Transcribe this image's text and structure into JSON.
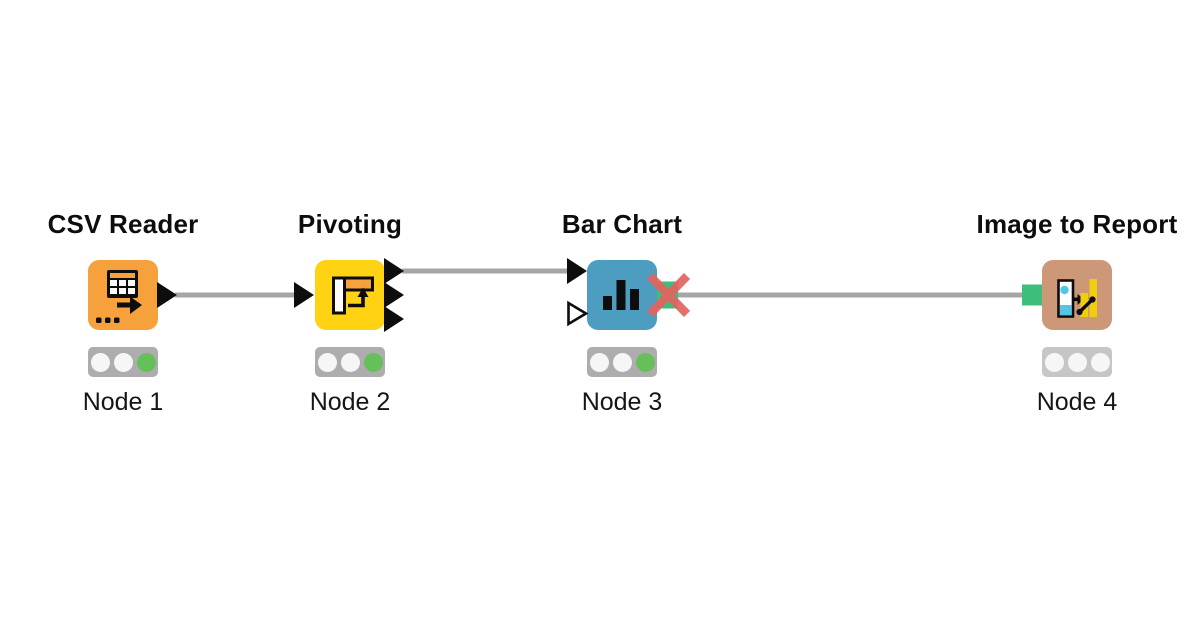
{
  "app": "KNIME workflow editor canvas",
  "workflow": {
    "nodes": [
      {
        "name": "CSV Reader",
        "label": "Node 1",
        "category": "source",
        "color": "#F7A13C",
        "icon": "csv-table-with-arrow",
        "status": [
          "off",
          "off",
          "green"
        ],
        "ports": {
          "in": [],
          "out": [
            "data-triangle"
          ]
        }
      },
      {
        "name": "Pivoting",
        "label": "Node 2",
        "category": "manipulator",
        "color": "#FFD214",
        "icon": "pivot-table-arrow",
        "status": [
          "off",
          "off",
          "green"
        ],
        "ports": {
          "in": [
            "data-triangle"
          ],
          "out": [
            "data-triangle",
            "data-triangle",
            "data-triangle"
          ]
        }
      },
      {
        "name": "Bar Chart",
        "label": "Node 3",
        "category": "visualizer",
        "color": "#4D9DC0",
        "icon": "bar-chart",
        "status": [
          "off",
          "off",
          "green"
        ],
        "ports": {
          "in": [
            "data-triangle",
            "data-triangle-optional"
          ],
          "out": [
            "image-square"
          ]
        }
      },
      {
        "name": "Image to Report",
        "label": "Node 4",
        "category": "report",
        "color": "#CC9877",
        "icon": "image-to-report",
        "status": [
          "off",
          "off",
          "off"
        ],
        "ports": {
          "in": [
            "image-square"
          ],
          "out": []
        }
      }
    ],
    "connections": [
      {
        "from": "Node 1",
        "from_port": "out 1",
        "to": "Node 2",
        "to_port": "in 1",
        "state": "ok"
      },
      {
        "from": "Node 2",
        "from_port": "out 1",
        "to": "Node 3",
        "to_port": "in 1",
        "state": "ok"
      },
      {
        "from": "Node 3",
        "from_port": "out 1 (image)",
        "to": "Node 4",
        "to_port": "in 1 (image)",
        "state": "error-red-x"
      }
    ],
    "colors": {
      "background": "#FFFFFF",
      "port_data_black": "#0D0D0D",
      "port_image_green": "#3DBE7A",
      "connection_gray": "#A6A6A6",
      "traffic_bg": "#ADADAD",
      "traffic_bg_idle": "#C6C6C6",
      "traffic_off": "#F6F6F6",
      "traffic_green": "#66C05A",
      "error_x_red": "#E3635E",
      "icon_orange": "#F7A13C",
      "icon_yellow": "#F2CD0C",
      "icon_cyan": "#53C6E6",
      "node_orange": "#F7A13C",
      "node_yellow": "#FFD214",
      "node_blue": "#4D9DC0",
      "node_tan": "#CC9877"
    }
  }
}
